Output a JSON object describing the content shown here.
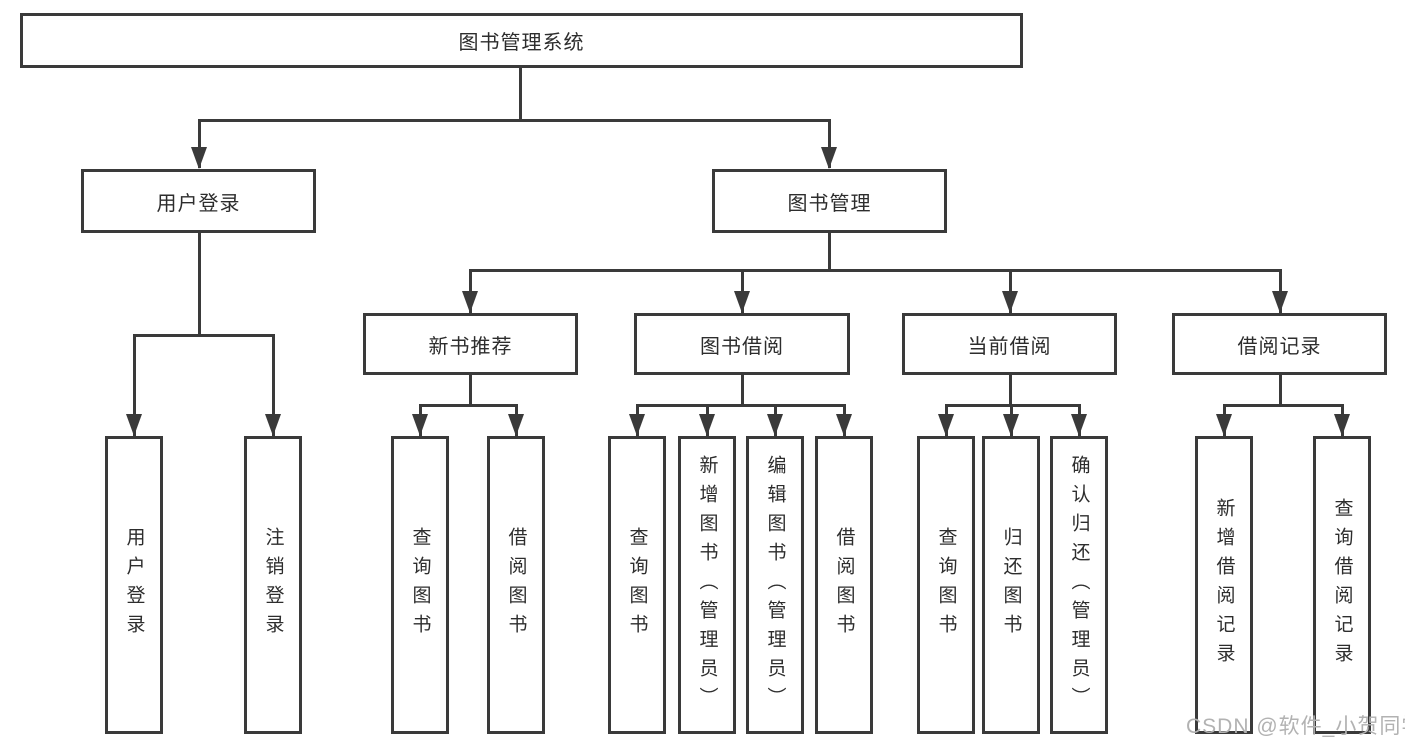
{
  "tree": {
    "root": "图书管理系统",
    "children": [
      {
        "label": "用户登录",
        "children": [
          "用户登录",
          "注销登录"
        ]
      },
      {
        "label": "图书管理",
        "children": [
          {
            "label": "新书推荐",
            "children": [
              "查询图书",
              "借阅图书"
            ]
          },
          {
            "label": "图书借阅",
            "children": [
              "查询图书",
              "新增图书（管理员）",
              "编辑图书（管理员）",
              "借阅图书"
            ]
          },
          {
            "label": "当前借阅",
            "children": [
              "查询图书",
              "归还图书",
              "确认归还（管理员）"
            ]
          },
          {
            "label": "借阅记录",
            "children": [
              "新增借阅记录",
              "查询借阅记录"
            ]
          }
        ]
      }
    ]
  },
  "watermark": {
    "text": "CSDN @软件_小贺同学"
  },
  "colors": {
    "line": "#3a3a3a",
    "text": "#2d2d2d",
    "watermark": "#b2b2b2"
  }
}
